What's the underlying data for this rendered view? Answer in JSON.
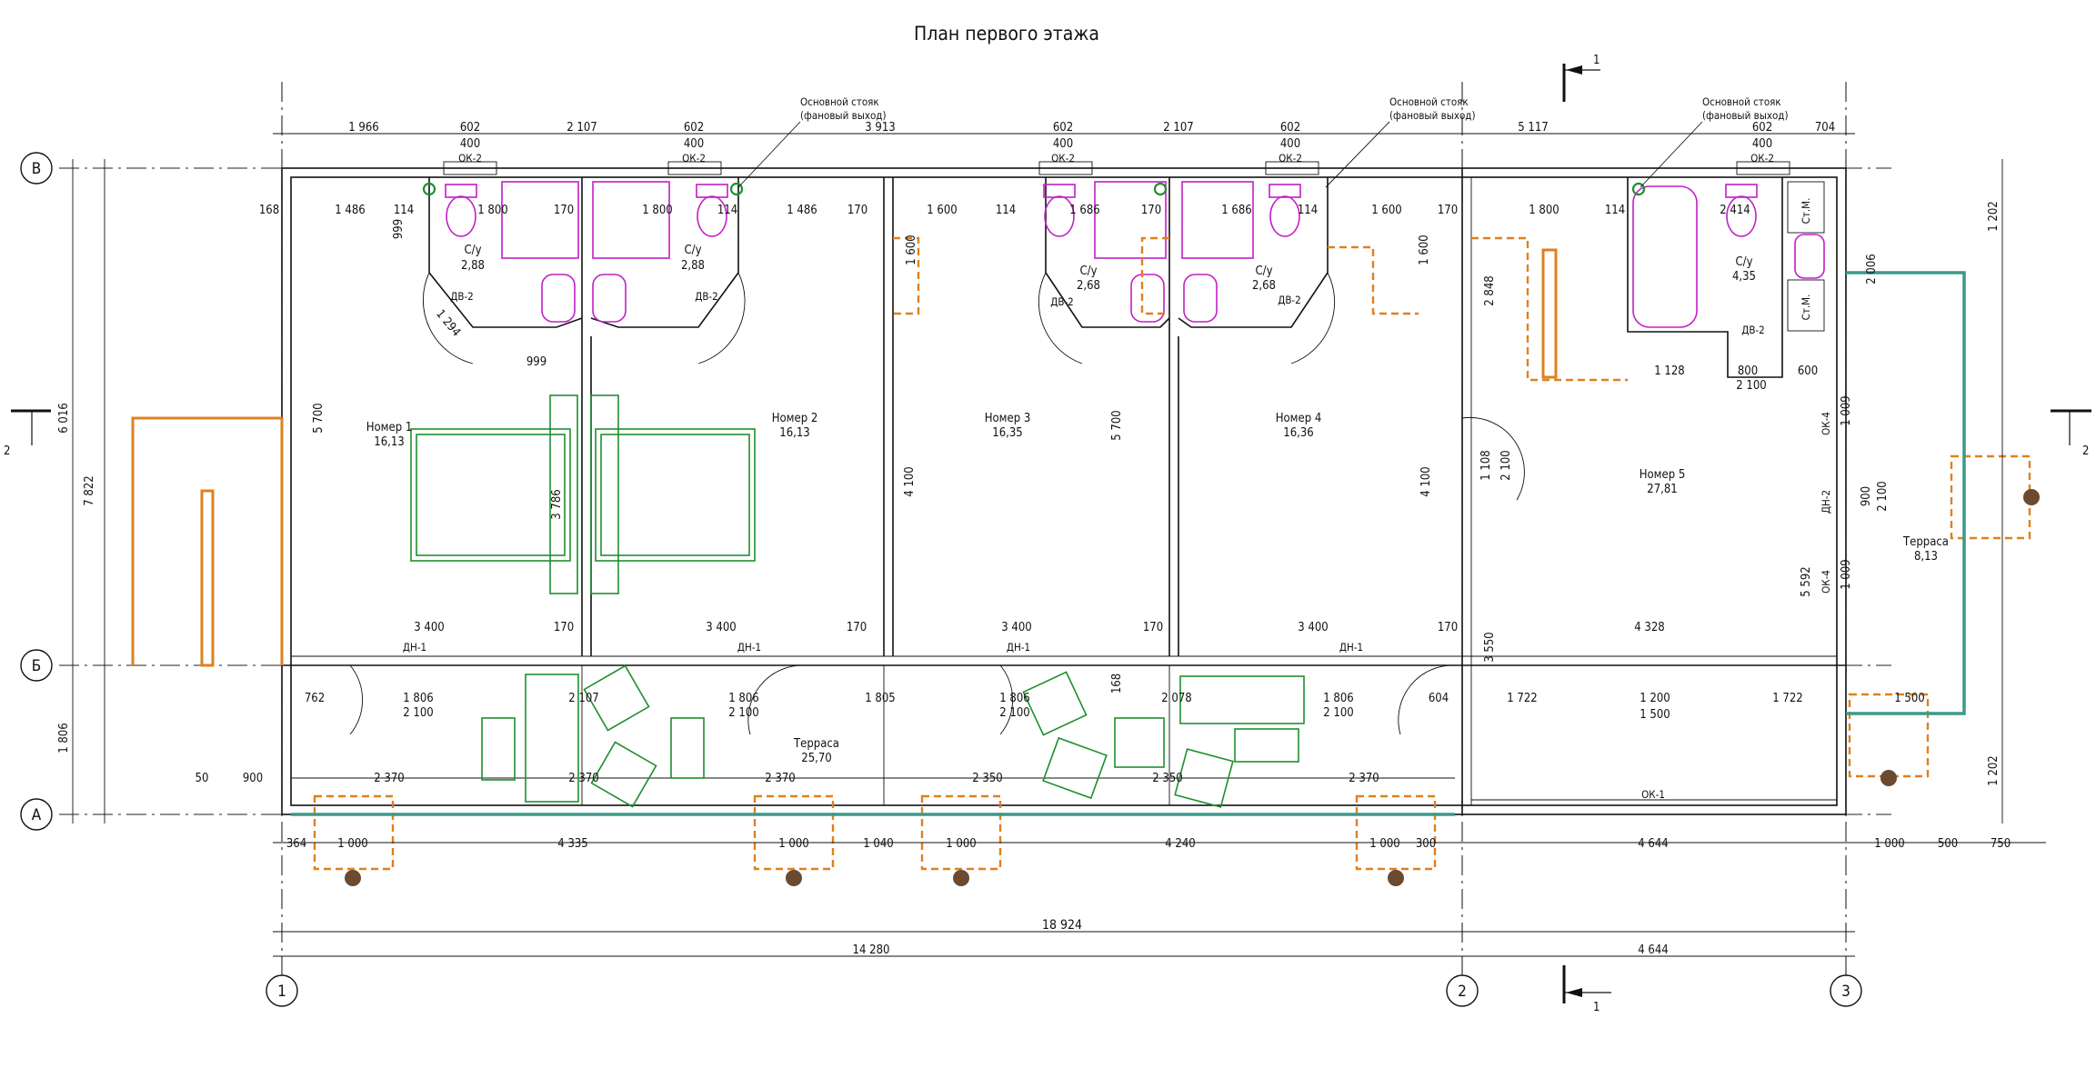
{
  "title": "План первого этажа",
  "axes": {
    "columns": [
      "1",
      "2",
      "3"
    ],
    "rows": [
      "В",
      "Б",
      "А"
    ]
  },
  "section_marks": {
    "vertical": "1",
    "horizontal": "2"
  },
  "rooms": [
    {
      "name": "Номер 1",
      "area": "16,13"
    },
    {
      "name": "Номер 2",
      "area": "16,13"
    },
    {
      "name": "Номер 3",
      "area": "16,35"
    },
    {
      "name": "Номер 4",
      "area": "16,36"
    },
    {
      "name": "Номер 5",
      "area": "27,81"
    },
    {
      "name": "Терраса",
      "area": "25,70"
    },
    {
      "name": "Терраса",
      "area": "8,13"
    }
  ],
  "bathrooms": [
    {
      "name": "С/у",
      "area": "2,88"
    },
    {
      "name": "С/у",
      "area": "2,88"
    },
    {
      "name": "С/у",
      "area": "2,68"
    },
    {
      "name": "С/у",
      "area": "2,68"
    },
    {
      "name": "С/у",
      "area": "4,35"
    }
  ],
  "riser_notes": [
    {
      "line1": "Основной стояк",
      "line2": "(фановый выход)"
    },
    {
      "line1": "Основной стояк",
      "line2": "(фановый выход)"
    },
    {
      "line1": "Основной стояк",
      "line2": "(фановый выход)"
    }
  ],
  "marks": {
    "window_ok2": "ОК-2",
    "window_ok4": "ОК-4",
    "window_ok1": "ОК-1",
    "door_dv2": "ДВ-2",
    "door_dn1": "ДН-1",
    "door_dn2": "ДН-2",
    "closet": "Ст.М."
  },
  "top_dims_row1": [
    "1 966",
    "602",
    "2 107",
    "602",
    "3 913",
    "602",
    "2 107",
    "602",
    "5 117",
    "602",
    "704"
  ],
  "top_dims_row2": [
    "400",
    "400",
    "400",
    "400",
    "400"
  ],
  "bottom_dims_row1": [
    "364",
    "1 000",
    "4 335",
    "1 000",
    "1 040",
    "1 000",
    "4 240",
    "1 000",
    "300",
    "4 644",
    "1 000",
    "500",
    "750"
  ],
  "overall": {
    "total": "18 924",
    "left": "14 280",
    "right": "4 644"
  },
  "left_dims": {
    "outer": "7 822",
    "upper": "6 016",
    "lower": "1 806"
  },
  "right_dims": [
    "1 202",
    "2 006",
    "1 202"
  ],
  "interior_dims": {
    "rooms_width": [
      "3 400",
      "3 400",
      "3 400",
      "3 400",
      "4 328"
    ],
    "gap_170": "170",
    "room_depth": [
      "5 700",
      "5 700",
      "4 100",
      "4 100"
    ],
    "bath_widths_a": [
      "1 486",
      "114",
      "1 800",
      "170",
      "1 800",
      "114",
      "1 486",
      "170"
    ],
    "bath_widths_b": [
      "1 600",
      "114",
      "1 686",
      "170",
      "1 686",
      "114",
      "1 600",
      "170"
    ],
    "right_room": [
      "1 800",
      "114",
      "2 414",
      "2 848",
      "1 128",
      "800",
      "600",
      "2 100",
      "1 009",
      "900",
      "2 100",
      "1 009",
      "5 592",
      "1 108",
      "2 100",
      "3 550"
    ],
    "terrace_row": [
      "762",
      "1 806",
      "2 100",
      "2 107",
      "1 806",
      "2 100",
      "1 805",
      "1 806",
      "2 100",
      "2 078",
      "1 806",
      "2 100",
      "604",
      "1 722",
      "1 200",
      "1 500",
      "1 722",
      "1 500"
    ],
    "terrace_bottom": [
      "50",
      "900",
      "2 370",
      "2 370",
      "2 370",
      "2 350",
      "2 350",
      "2 370"
    ],
    "misc": [
      "168",
      "999",
      "1 294",
      "999",
      "1 600",
      "1 600",
      "3 786",
      "168"
    ]
  }
}
